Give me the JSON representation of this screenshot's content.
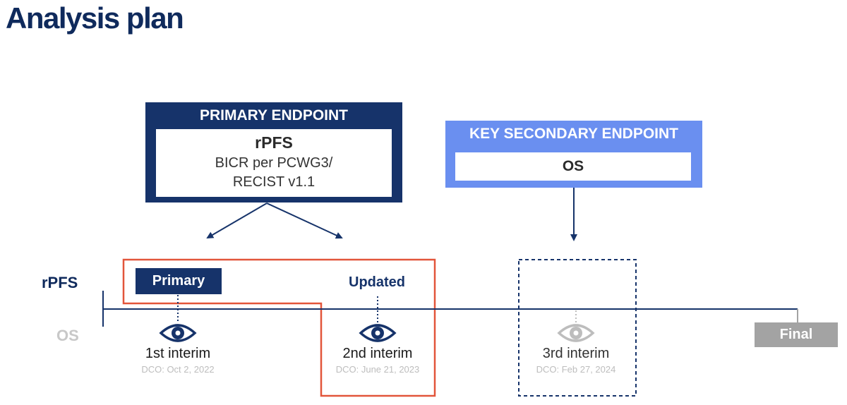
{
  "title": "Analysis plan",
  "primary_endpoint": {
    "header": "PRIMARY ENDPOINT",
    "name": "rPFS",
    "detail_line1": "BICR per PCWG3/",
    "detail_line2": "RECIST v1.1"
  },
  "key_secondary_endpoint": {
    "header": "KEY SECONDARY ENDPOINT",
    "name": "OS"
  },
  "rows": {
    "rpfs": "rPFS",
    "os": "OS"
  },
  "tags": {
    "primary": "Primary",
    "updated": "Updated",
    "final": "Final"
  },
  "analyses": [
    {
      "label": "1st interim",
      "dco": "DCO: Oct 2, 2022"
    },
    {
      "label": "2nd interim",
      "dco": "DCO: June 21, 2023"
    },
    {
      "label": "3rd interim",
      "dco": "DCO: Feb 27, 2024"
    }
  ],
  "colors": {
    "navy": "#16336a",
    "light_blue": "#6a8ff0",
    "highlight_red": "#e2553a",
    "grey": "#a3a3a3"
  },
  "icons": [
    "eye-icon",
    "eye-icon",
    "eye-icon"
  ]
}
